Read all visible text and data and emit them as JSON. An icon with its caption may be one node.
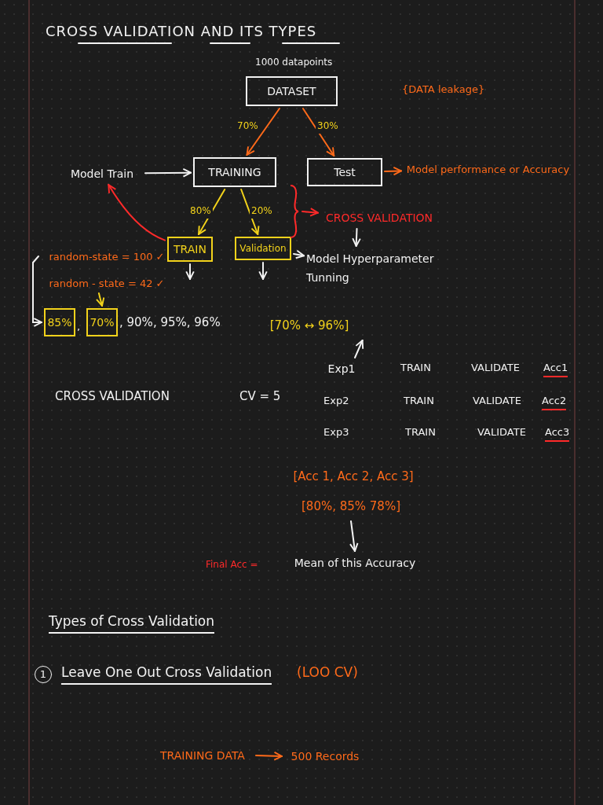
{
  "diagram": {
    "title": "CROSS VALIDATION AND ITS TYPES",
    "nodes": [
      {
        "text": [
          "DATASET"
        ],
        "beside": [
          "1000 datapoints"
        ]
      },
      {
        "text": [
          "TRAINING"
        ]
      },
      {
        "text": [
          "Test"
        ]
      },
      {
        "text": [
          "Model Train"
        ]
      },
      {
        "text": [
          "Model performance or Accuracy"
        ]
      },
      {
        "text": [
          "TRAIN"
        ]
      },
      {
        "text": [
          "Validation"
        ]
      },
      {
        "text": [
          "Model Hyperparameter Tunning"
        ]
      },
      {
        "text": [
          "CROSS VALIDATION"
        ]
      },
      {
        "text": [
          "random-state = 100 ✓"
        ]
      },
      {
        "text": [
          "random - state = 42 ✓"
        ]
      },
      {
        "text": [
          "85%"
        ]
      },
      {
        "text": [
          "70%"
        ]
      },
      {
        "text": [
          "[70% ↔ 96%]"
        ]
      },
      {
        "text": [
          "Exp1"
        ]
      },
      {
        "text": [
          "[Acc 1, Acc 2, Acc 3]"
        ]
      },
      {
        "text": [
          "[80%, 85% 78%]"
        ]
      },
      {
        "text": [
          "Mean of this Accuracy"
        ]
      },
      {
        "text": [
          "TRAINING DATA"
        ]
      },
      {
        "text": [
          "500 Records"
        ]
      },
      {
        "text": [],
        "shape": "brace"
      }
    ],
    "edges": [
      {
        "from": 0,
        "to": 1,
        "arrow": "to",
        "label": "70%",
        "color": "#ff6a1a"
      },
      {
        "from": 0,
        "to": 2,
        "arrow": "to",
        "label": "30%",
        "color": "#ff6a1a"
      },
      {
        "from": 3,
        "to": 1,
        "arrow": "to"
      },
      {
        "from": 2,
        "to": 4,
        "arrow": "to",
        "color": "#ff6a1a"
      },
      {
        "from": 1,
        "to": 5,
        "arrow": "to",
        "label": "80%",
        "color": "#f2d21b"
      },
      {
        "from": 1,
        "to": 6,
        "arrow": "to",
        "label": "20%",
        "color": "#f2d21b"
      },
      {
        "from": 5,
        "to": 3,
        "arrow": "to",
        "color": "#ff2a2a"
      },
      {
        "from": 6,
        "to": 7,
        "arrow": "to"
      },
      {
        "from": 20,
        "to": 8,
        "arrow": "to",
        "color": "#ff2a2a"
      },
      {
        "from": 8,
        "to": 7,
        "arrow": "to"
      },
      {
        "from": 5,
        "to": null,
        "arrow": "to"
      },
      {
        "from": 6,
        "to": null,
        "arrow": "to"
      },
      {
        "from": 9,
        "to": 11,
        "arrow": "to"
      },
      {
        "from": 10,
        "to": 12,
        "arrow": "to",
        "color": "#f2d21b"
      },
      {
        "from": 14,
        "to": 13,
        "arrow": "to"
      },
      {
        "from": 16,
        "to": 17,
        "arrow": "to"
      },
      {
        "from": 18,
        "to": 19,
        "arrow": "to",
        "color": "#ff6a1a"
      }
    ],
    "labels": [
      "{DATA leakage}",
      ",",
      ", 90%, 95%, 96%",
      "CROSS VALIDATION",
      "CV = 5",
      "TRAIN",
      "VALIDATE",
      "Acc1",
      "Exp2",
      "TRAIN",
      "VALIDATE",
      "Acc2",
      "Exp3",
      "TRAIN",
      "VALIDATE",
      "Acc3",
      "Final Acc =",
      "Types of Cross Validation",
      "1",
      "Leave One Out Cross Validation",
      "(LOO CV)"
    ]
  }
}
